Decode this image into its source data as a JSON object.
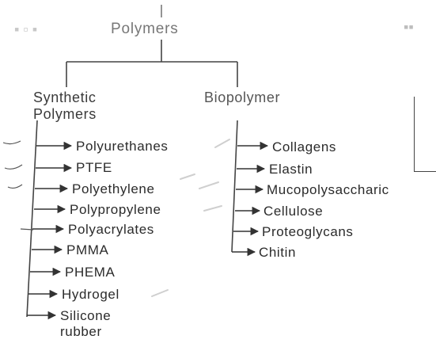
{
  "diagram": {
    "title": "Polymers",
    "left_heading": [
      "Synthetic",
      "Polymers"
    ],
    "right_heading": "Biopolymer",
    "synthetic_items": [
      "Polyurethanes",
      "PTFE",
      "Polyethylene",
      "Polypropylene",
      "Polyacrylates",
      "PMMA",
      "PHEMA",
      "Hydrogel",
      "Silicone",
      "rubber"
    ],
    "bio_items": [
      "Collagens",
      "Elastin",
      "Mucopolysaccharic",
      "Cellulose",
      "Proteoglycans",
      "Chitin"
    ]
  },
  "colors": {
    "ink": "#2b2b2b",
    "faded_ink": "#777777",
    "background": "#ffffff"
  }
}
